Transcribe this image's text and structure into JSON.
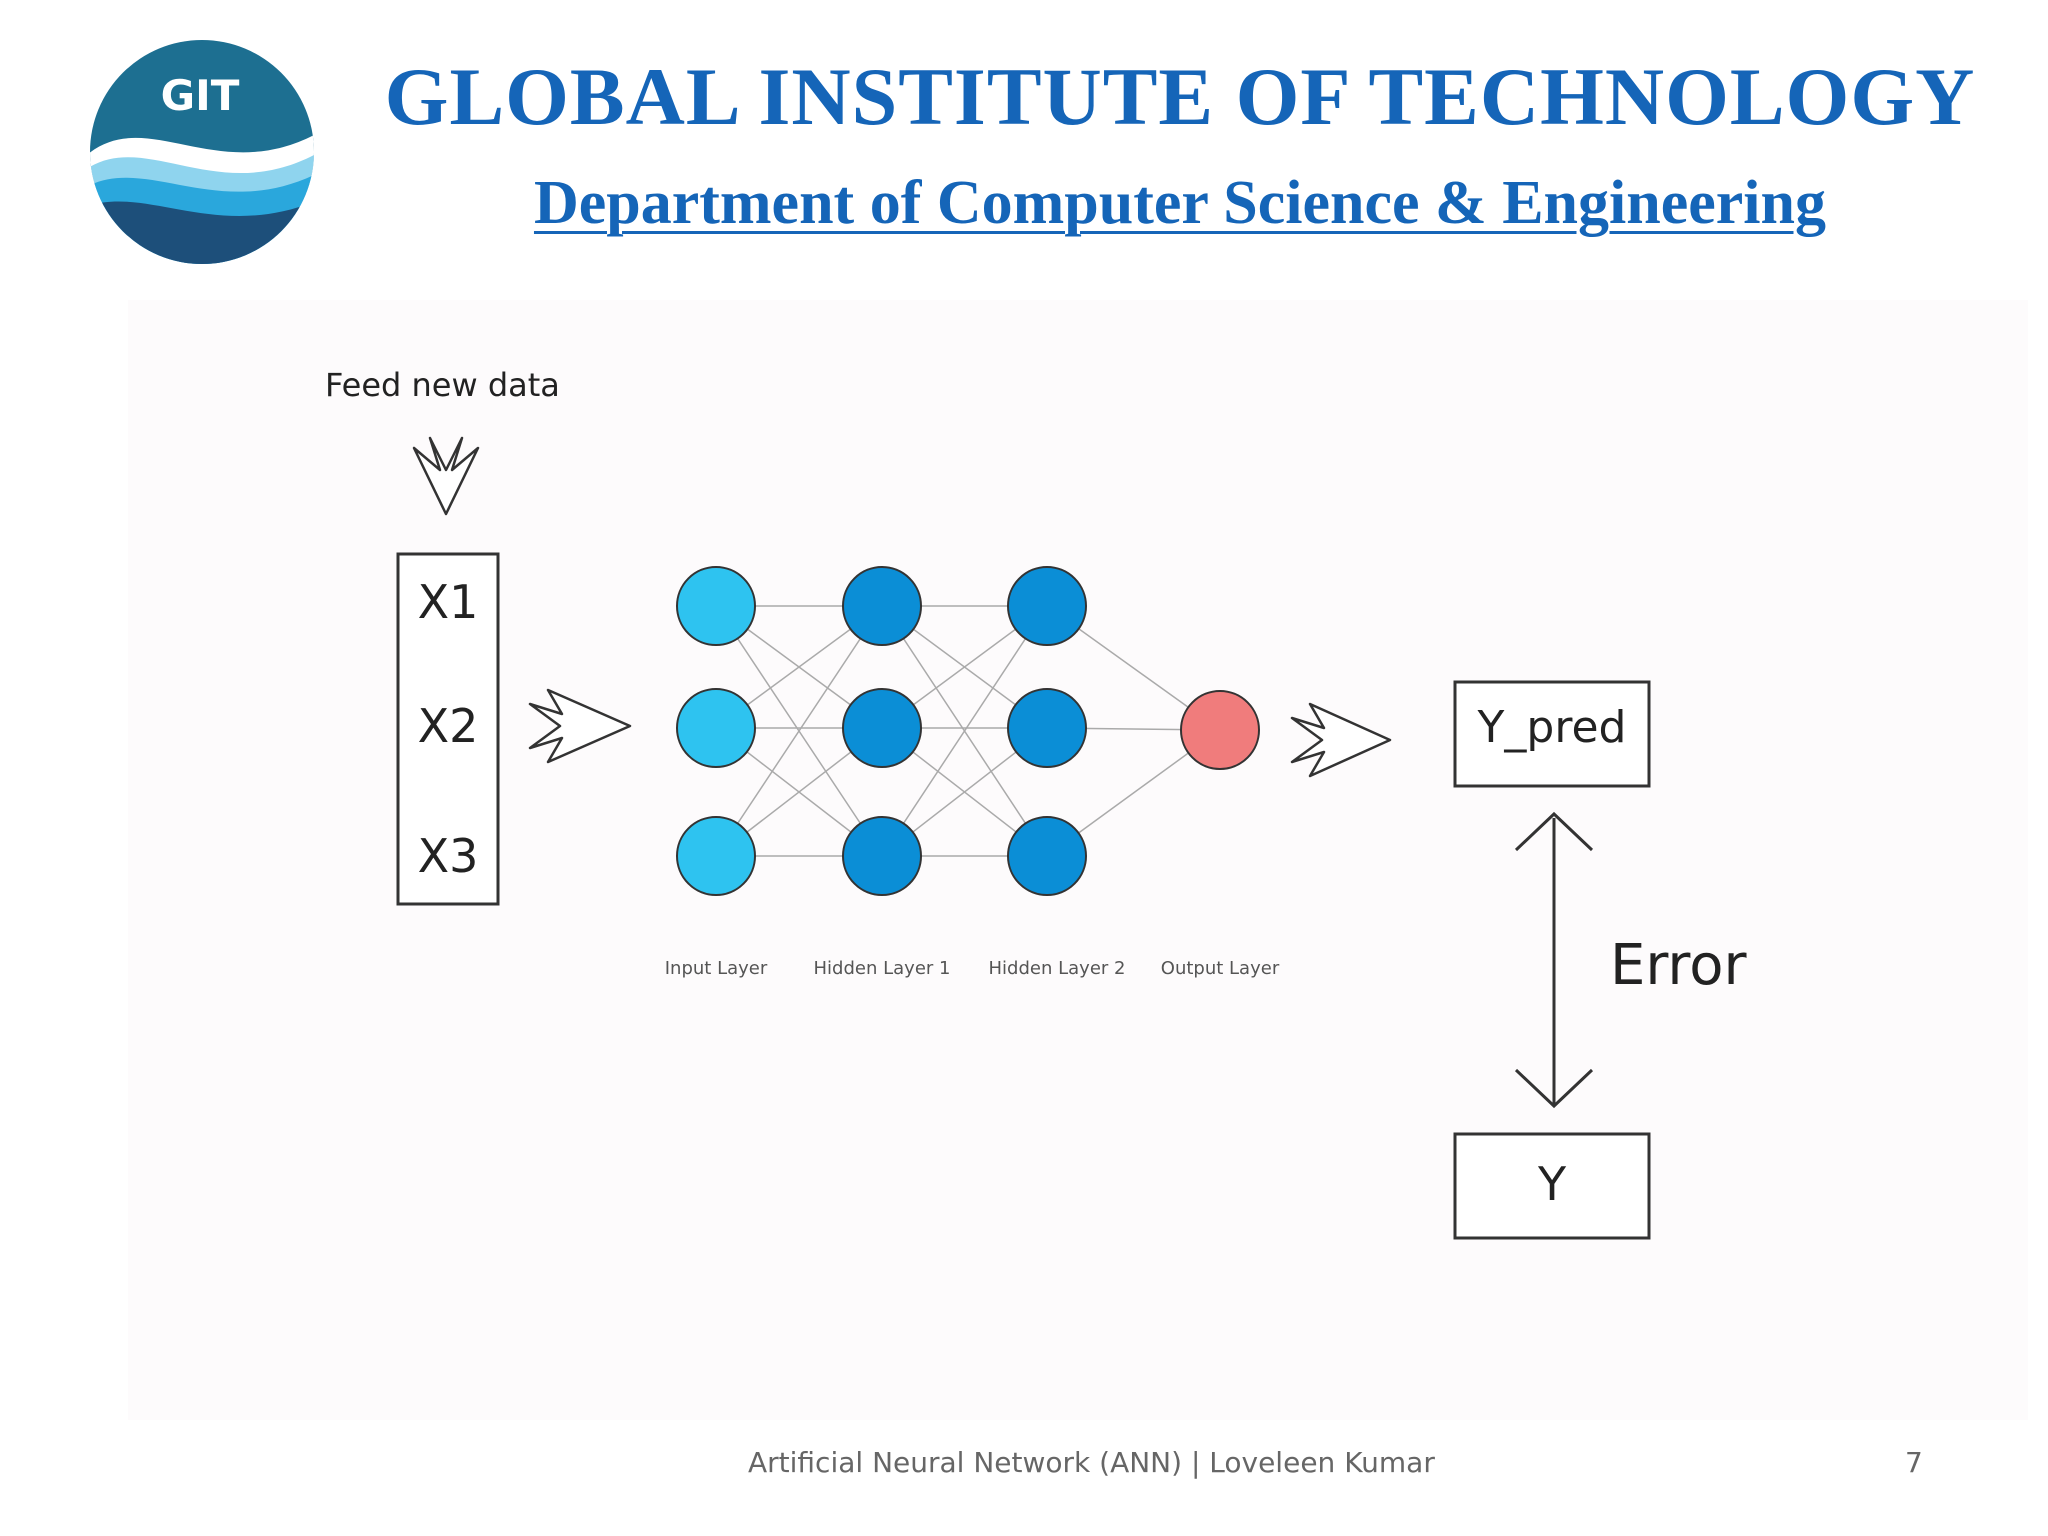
{
  "header": {
    "logo_text": "GIT",
    "title": "GLOBAL INSTITUTE OF TECHNOLOGY",
    "subtitle": "Department of Computer Science & Engineering"
  },
  "diagram": {
    "feed_label": "Feed new data",
    "inputs": [
      "X1",
      "X2",
      "X3"
    ],
    "layers": [
      {
        "label": "Input Layer",
        "nodes": 3
      },
      {
        "label": "Hidden Layer 1",
        "nodes": 3
      },
      {
        "label": "Hidden Layer 2",
        "nodes": 3
      },
      {
        "label": "Output Layer",
        "nodes": 1
      }
    ],
    "prediction_label": "Y_pred",
    "target_label": "Y",
    "error_label": "Error",
    "colors": {
      "input_node": "#2ec3f0",
      "hidden_node": "#0b8ed6",
      "output_node": "#f07c7c"
    }
  },
  "footer": {
    "text": "Artificial Neural Network (ANN) | Loveleen Kumar",
    "page_number": "7"
  }
}
